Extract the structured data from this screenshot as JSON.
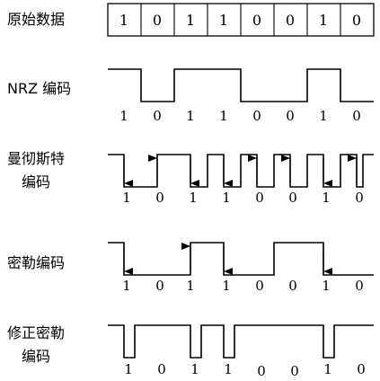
{
  "bits": [
    "1",
    "0",
    "1",
    "1",
    "0",
    "0",
    "1",
    "0"
  ],
  "rows": {
    "raw": {
      "label": "原始数据"
    },
    "nrz": {
      "label": "NRZ 编码"
    },
    "manchester": {
      "label_line1": "曼彻斯特",
      "label_line2": "编码"
    },
    "miller": {
      "label": "密勒编码"
    },
    "modified_miller": {
      "label_line1": "修正密勒",
      "label_line2": "编码"
    }
  }
}
